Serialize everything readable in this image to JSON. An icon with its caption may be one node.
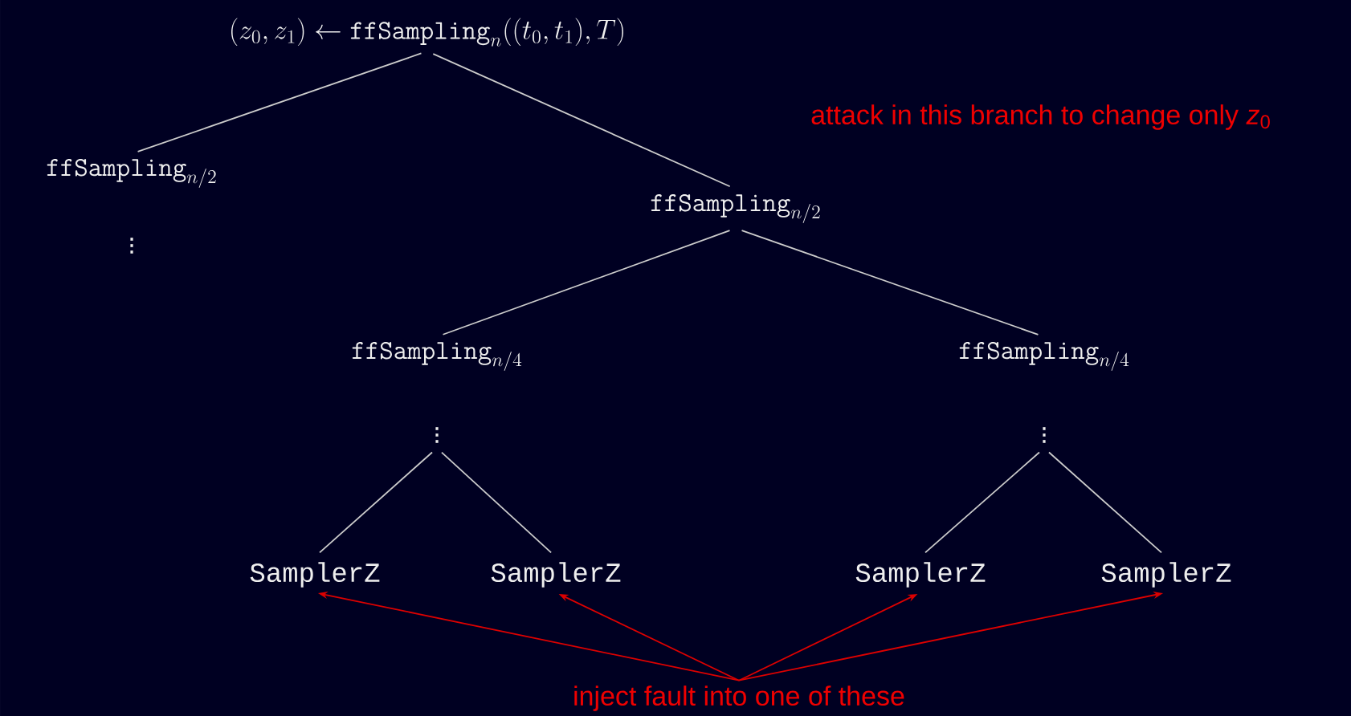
{
  "diagram": {
    "nodes": [
      {
        "text": [
          "(z_0, z_1) \\leftarrow \\mathtt{ffSampling}_n((t_0, t_1), T)"
        ]
      },
      {
        "text": [
          "\\mathtt{ffSampling}_{n/2}"
        ]
      },
      {
        "text": [
          "\\mathtt{ffSampling}_{n/2}"
        ]
      },
      {
        "text": [
          "\\mathtt{ffSampling}_{n/4}"
        ]
      },
      {
        "text": [
          "\\mathtt{ffSampling}_{n/4}"
        ]
      },
      {
        "text": [
          "\\vdots"
        ]
      },
      {
        "text": [
          "\\vdots"
        ]
      },
      {
        "text": [
          "SamplerZ"
        ]
      },
      {
        "text": [
          "SamplerZ"
        ]
      },
      {
        "text": [
          "SamplerZ"
        ]
      },
      {
        "text": [
          "SamplerZ"
        ]
      },
      {
        "text": [
          "inject fault into one of these"
        ]
      }
    ],
    "edges": [
      {
        "from": 0,
        "to": 1,
        "arrow": "none"
      },
      {
        "from": 0,
        "to": 2,
        "arrow": "none"
      },
      {
        "from": 2,
        "to": 3,
        "arrow": "none"
      },
      {
        "from": 2,
        "to": 4,
        "arrow": "none"
      },
      {
        "from": 5,
        "to": 7,
        "arrow": "none"
      },
      {
        "from": 5,
        "to": 8,
        "arrow": "none"
      },
      {
        "from": 6,
        "to": 9,
        "arrow": "none"
      },
      {
        "from": 6,
        "to": 10,
        "arrow": "none"
      },
      {
        "from": 11,
        "to": 7,
        "arrow": "to",
        "color": "#dd0000"
      },
      {
        "from": 11,
        "to": 8,
        "arrow": "to",
        "color": "#dd0000"
      },
      {
        "from": 11,
        "to": 9,
        "arrow": "to",
        "color": "#dd0000"
      },
      {
        "from": 11,
        "to": 10,
        "arrow": "to",
        "color": "#dd0000"
      }
    ],
    "labels": [
      "\\vdots",
      "attack in this branch to change only *z*$_{0}$"
    ]
  }
}
